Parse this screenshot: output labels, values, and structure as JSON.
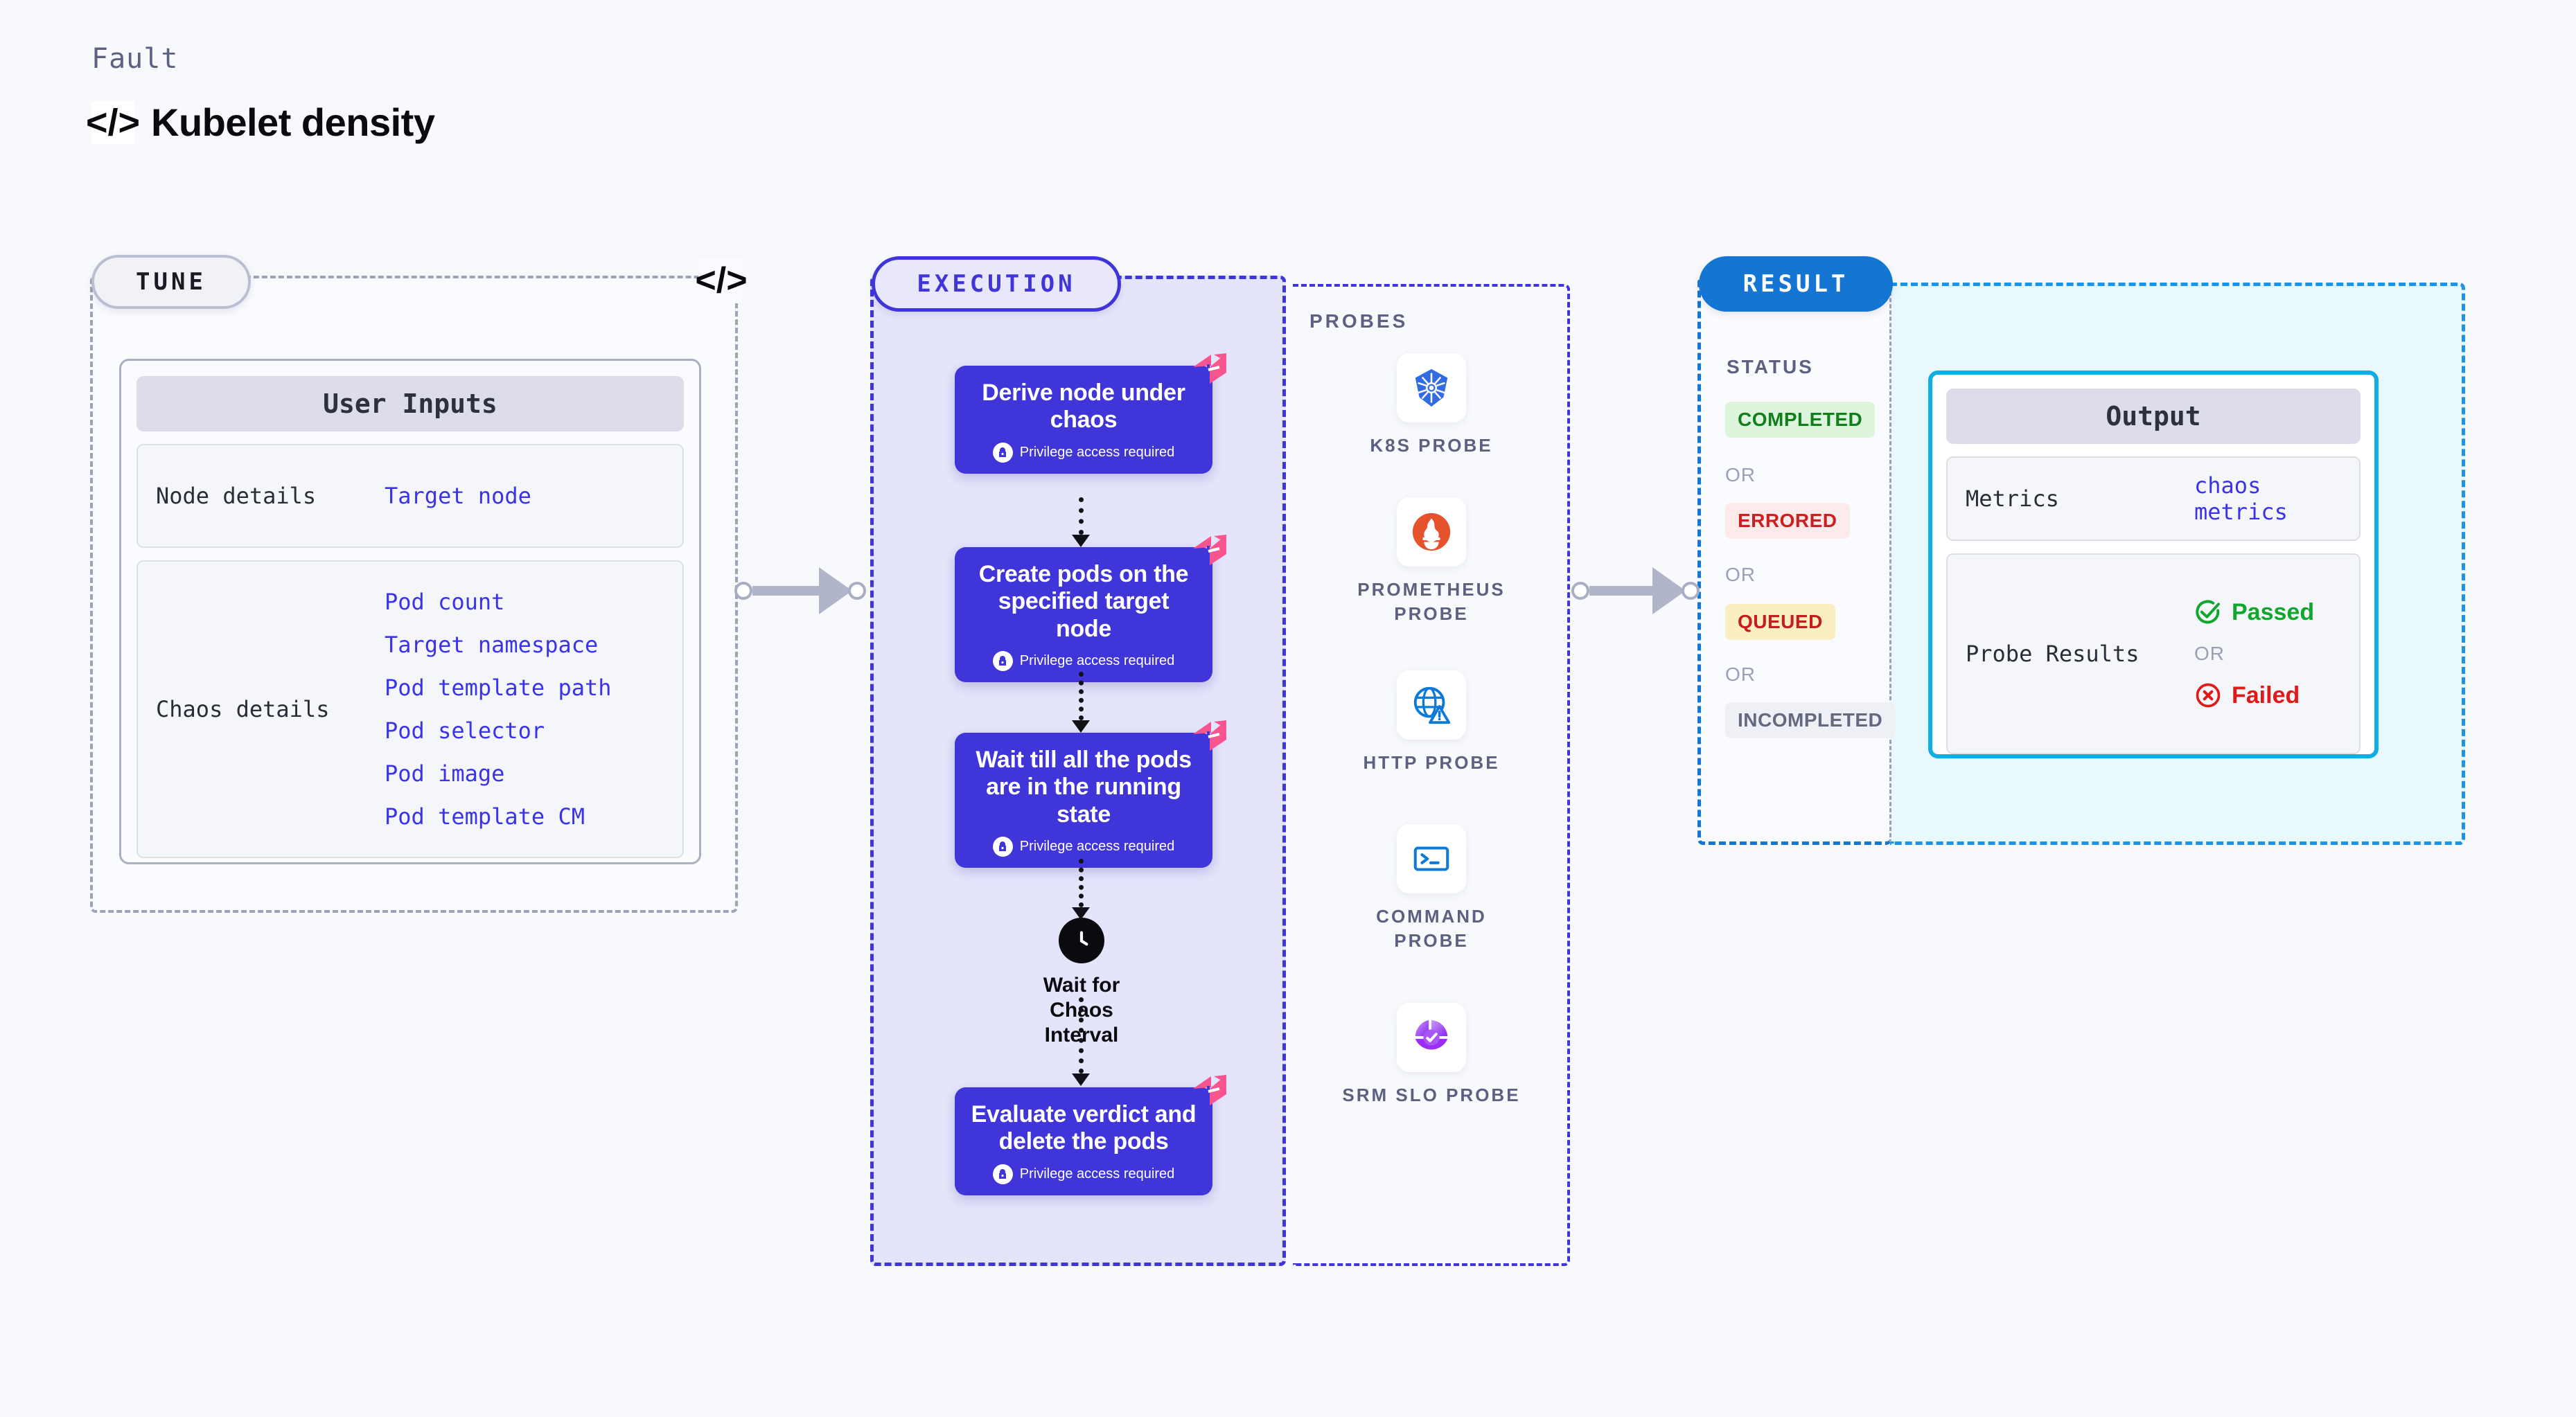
{
  "header": {
    "kicker": "Fault",
    "title": "Kubelet density",
    "code_icon": "</>"
  },
  "tune": {
    "pill_label": "TUNE",
    "divider_icon": "</>",
    "card_title": "User Inputs",
    "groups": [
      {
        "label": "Node details",
        "values": [
          "Target node"
        ]
      },
      {
        "label": "Chaos details",
        "values": [
          "Pod count",
          "Target namespace",
          "Pod template path",
          "Pod selector",
          "Pod image",
          "Pod template CM"
        ]
      }
    ]
  },
  "execution": {
    "pill_label": "EXECUTION",
    "privilege_note": "Privilege access required",
    "steps": [
      {
        "title": "Derive node under chaos"
      },
      {
        "title": "Create pods on the specified target node"
      },
      {
        "title": "Wait till all the pods are in the running state"
      },
      {
        "title": "Evaluate verdict and delete the pods"
      }
    ],
    "wait_node": {
      "label": "Wait for Chaos Interval",
      "icon": "clock-icon"
    }
  },
  "probes": {
    "title": "PROBES",
    "items": [
      {
        "label": "K8S PROBE",
        "icon": "kubernetes-icon"
      },
      {
        "label": "PROMETHEUS PROBE",
        "icon": "prometheus-icon"
      },
      {
        "label": "HTTP PROBE",
        "icon": "globe-warning-icon"
      },
      {
        "label": "COMMAND PROBE",
        "icon": "terminal-icon"
      },
      {
        "label": "SRM SLO PROBE",
        "icon": "srm-slo-icon"
      }
    ]
  },
  "result": {
    "pill_label": "RESULT",
    "status_title": "STATUS",
    "or_label": "OR",
    "statuses": [
      {
        "label": "COMPLETED",
        "color": "#11801c",
        "bg": "#ddf5dd"
      },
      {
        "label": "ERRORED",
        "color": "#cc1f1f",
        "bg": "#fdeaea"
      },
      {
        "label": "QUEUED",
        "color": "#c41d1d",
        "bg": "#fbeec2"
      },
      {
        "label": "INCOMPLETED",
        "color": "#636a80",
        "bg": "#eef0f6"
      }
    ],
    "output": {
      "card_title": "Output",
      "metrics_label": "Metrics",
      "metrics_value": "chaos metrics",
      "probe_results_label": "Probe Results",
      "passed_label": "Passed",
      "failed_label": "Failed",
      "or_label": "OR"
    }
  },
  "colors": {
    "accent_purple": "#3f35d8",
    "accent_blue": "#1476d2",
    "accent_cyan": "#0eaee5",
    "pink_badge": "#f8548f",
    "page_bg": "#f7f9fc"
  }
}
